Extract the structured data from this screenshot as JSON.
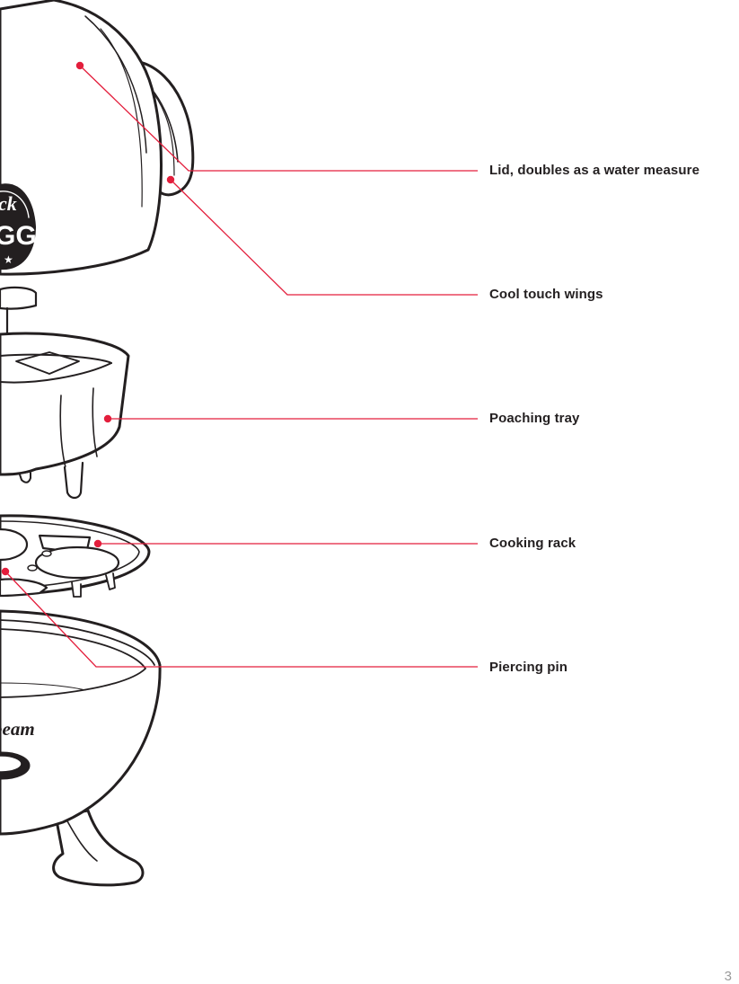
{
  "callouts": [
    {
      "id": "lid",
      "label": "Lid, doubles as a water measure"
    },
    {
      "id": "wings",
      "label": "Cool touch wings"
    },
    {
      "id": "tray",
      "label": "Poaching tray"
    },
    {
      "id": "rack",
      "label": "Cooking rack"
    },
    {
      "id": "pin",
      "label": "Piercing pin"
    }
  ],
  "page_number": "3",
  "colors": {
    "leader_line": "#e31e3c",
    "outline": "#231f20",
    "label_text": "#231f20",
    "page_number": "#9a9a9a"
  }
}
